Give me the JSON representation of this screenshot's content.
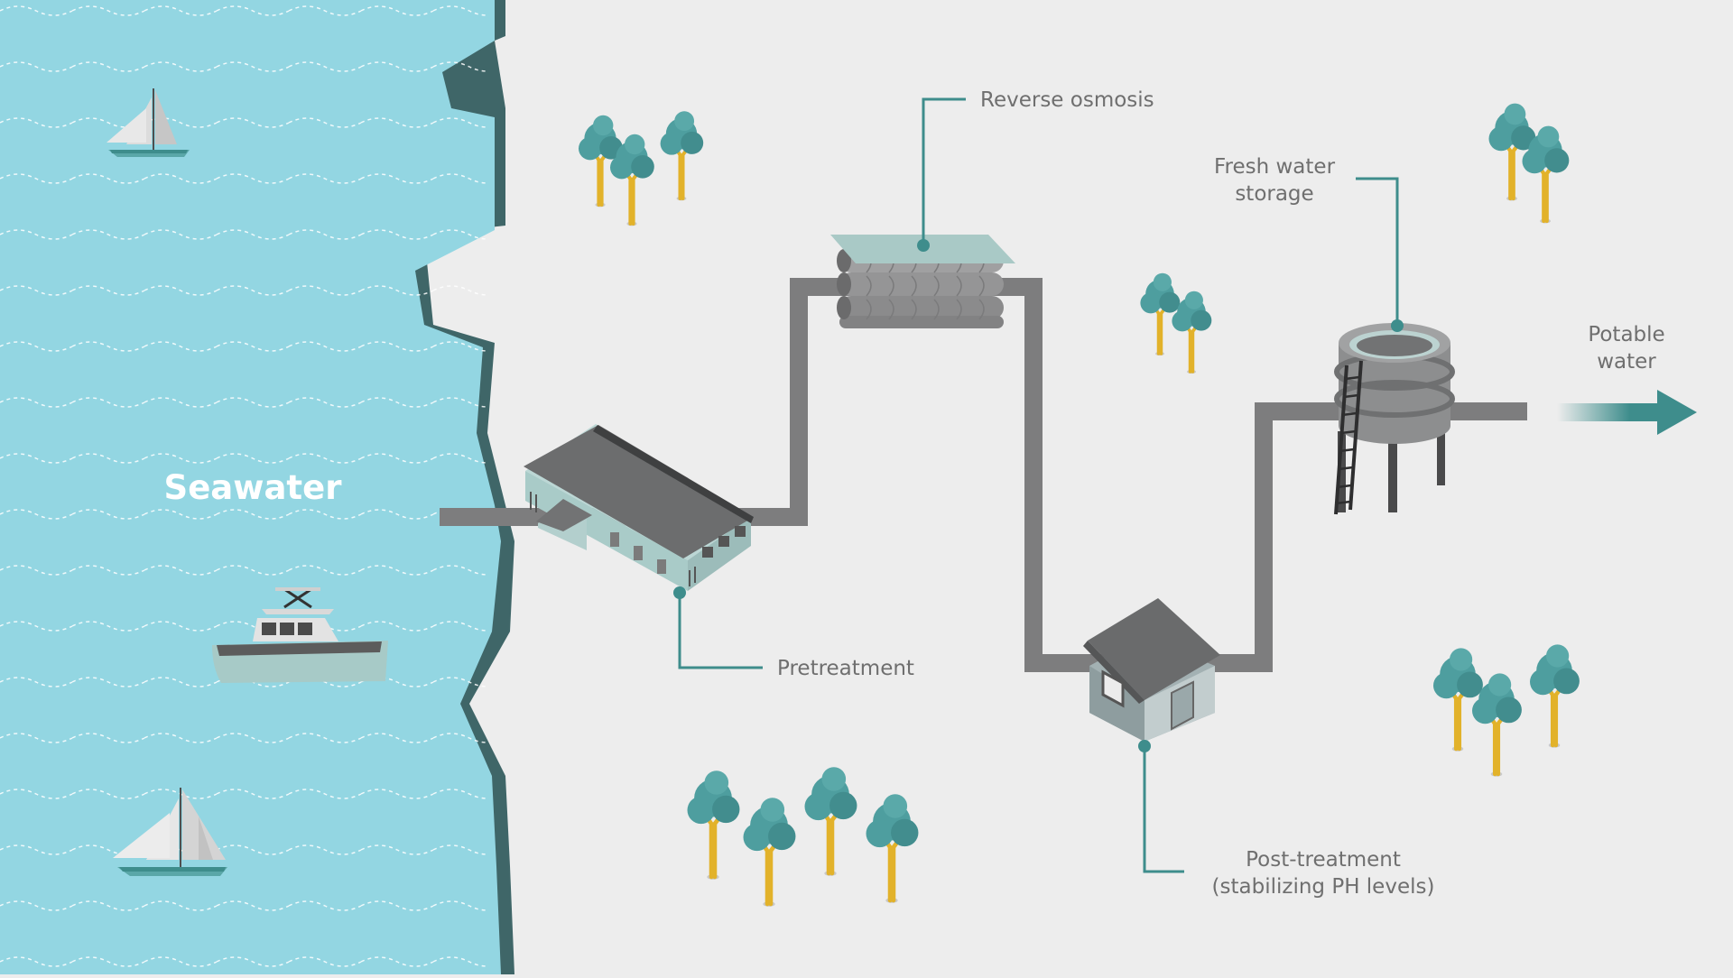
{
  "diagram": {
    "sea_label": "Seawater",
    "stages": {
      "pretreatment": "Pretreatment",
      "reverse_osmosis": "Reverse osmosis",
      "post_treatment_line1": "Post-treatment",
      "post_treatment_line2": "(stabilizing PH levels)",
      "storage_line1": "Fresh water",
      "storage_line2": "storage"
    },
    "output_line1": "Potable",
    "output_line2": "water"
  },
  "colors": {
    "background": "#ededed",
    "sea": "#93d6e2",
    "pipe": "#7d7d7e",
    "accent": "#3e8d8c",
    "tree_trunk": "#e2b22a",
    "tree_crown": "#4e9e9f"
  },
  "icons": [
    "sailboat-icon",
    "motorboat-icon",
    "factory-icon",
    "membrane-tubes-icon",
    "house-icon",
    "water-tower-icon",
    "tree-icon",
    "arrow-right-icon"
  ]
}
